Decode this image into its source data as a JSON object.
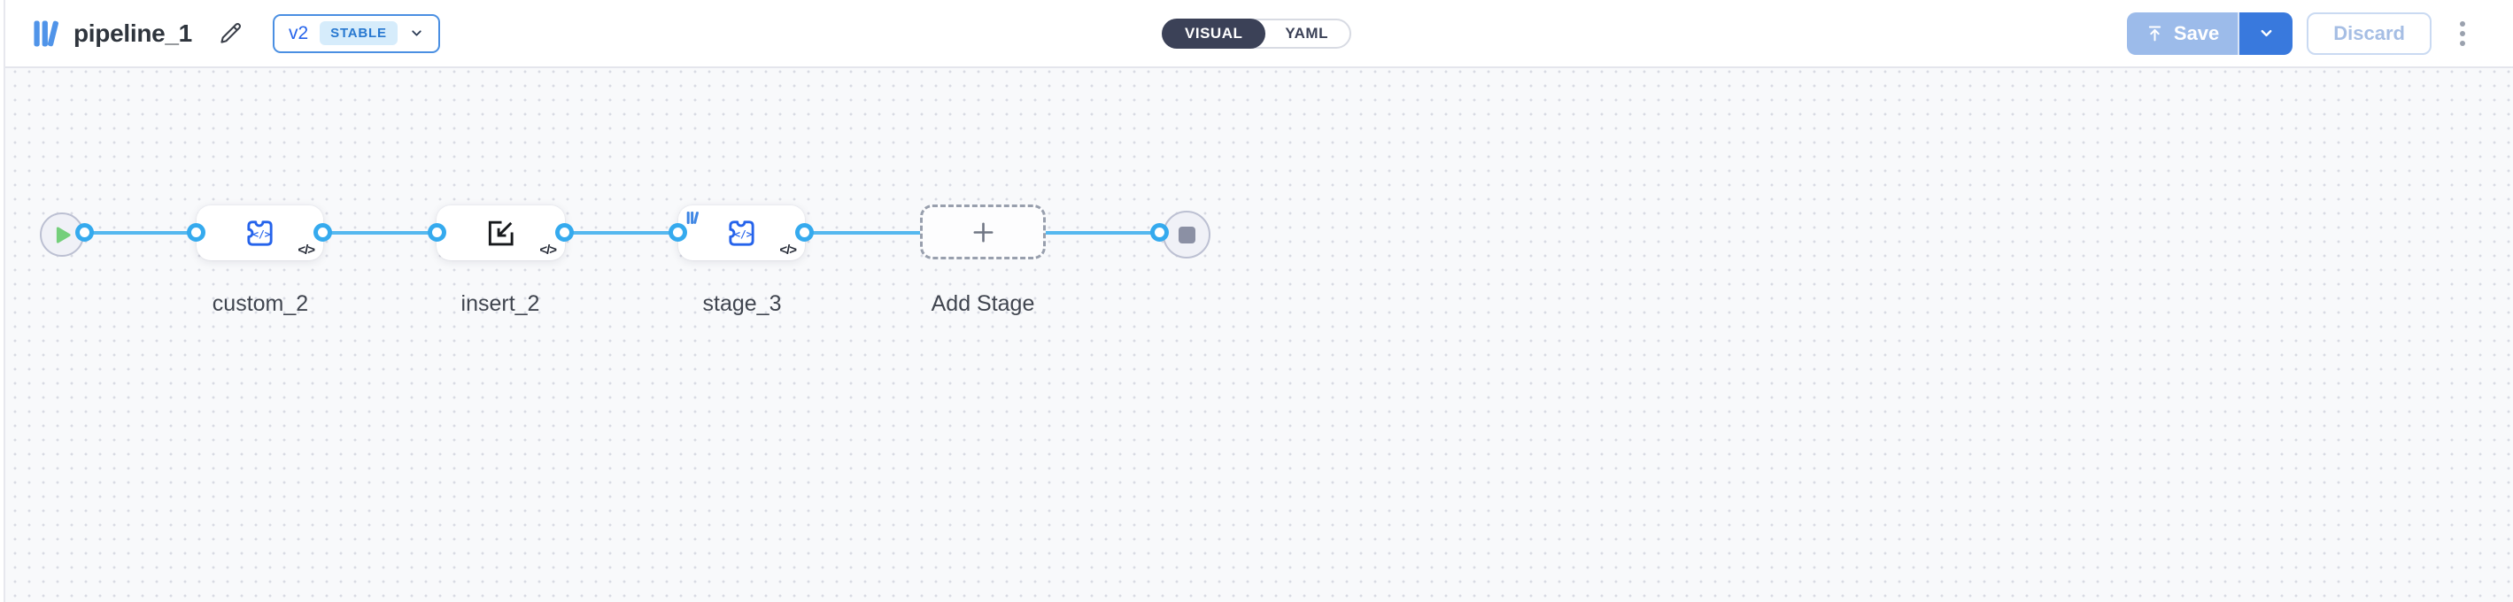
{
  "header": {
    "title": "pipeline_1",
    "version": {
      "label": "v2",
      "badge": "STABLE"
    },
    "view_toggle": {
      "visual": "VISUAL",
      "yaml": "YAML",
      "selected": "VISUAL"
    },
    "actions": {
      "save": "Save",
      "discard": "Discard"
    }
  },
  "canvas": {
    "code_badge": "</>",
    "stages": [
      {
        "label": "custom_2",
        "icon": "custom-code-puzzle-icon"
      },
      {
        "label": "insert_2",
        "icon": "insert-arrow-icon"
      },
      {
        "label": "stage_3",
        "icon": "custom-code-puzzle-icon",
        "corner_logo": true
      }
    ],
    "add_stage_label": "Add Stage"
  },
  "colors": {
    "accent_blue": "#2563eb",
    "wire_blue": "#55b8ef",
    "connector_blue": "#35aaee",
    "save_enabled_blue": "#3979dd",
    "save_disabled_blue": "#9cbbea",
    "toggle_dark": "#3b4157",
    "play_green": "#74cf7b",
    "stop_gray": "#8b90a4",
    "canvas_bg": "#f8f9fb"
  }
}
